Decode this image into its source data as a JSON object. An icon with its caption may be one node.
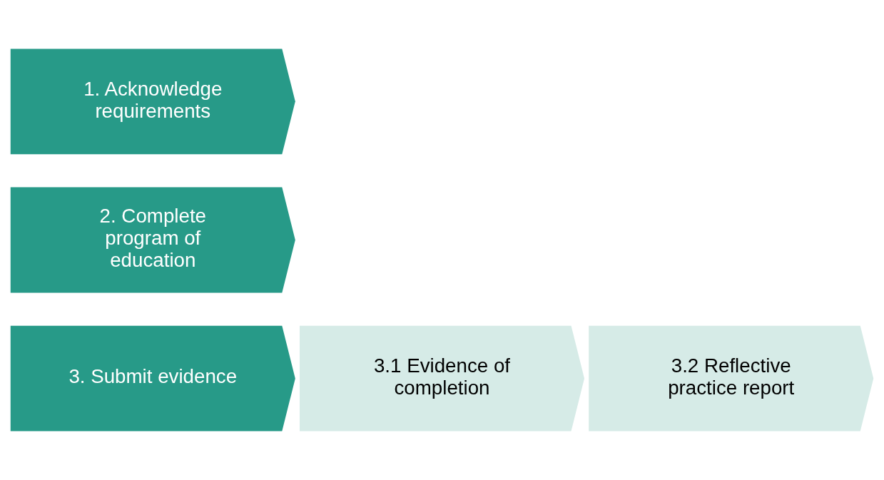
{
  "diagram": {
    "nodes": [
      {
        "text": [
          "1. Acknowledge requirements"
        ]
      },
      {
        "text": [
          "2. Complete program of education"
        ]
      },
      {
        "text": [
          "3. Submit evidence"
        ]
      },
      {
        "text": [
          "3.1 Evidence of completion"
        ]
      },
      {
        "text": [
          "3.2 Reflective practice report"
        ]
      }
    ],
    "edges": []
  }
}
